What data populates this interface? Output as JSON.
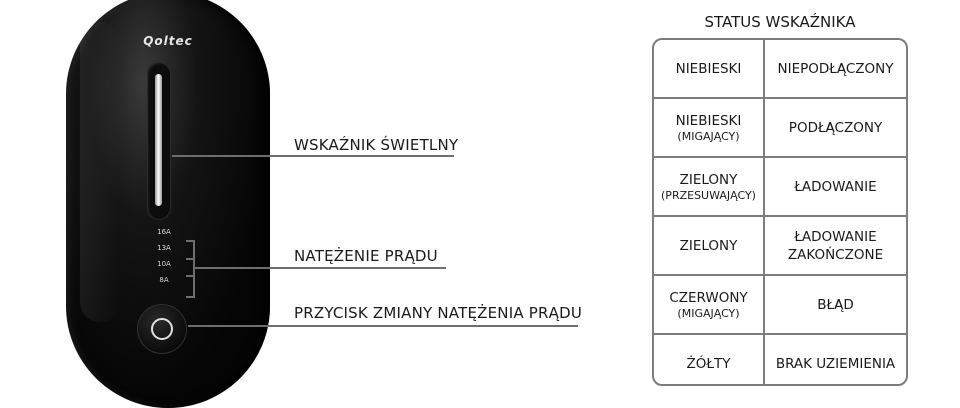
{
  "device": {
    "logo": "Qoltec",
    "amps": [
      "16A",
      "13A",
      "10A",
      "8A"
    ]
  },
  "callouts": [
    {
      "label": "WSKAŹNIK ŚWIETLNY"
    },
    {
      "label": "NATĘŻENIE PRĄDU"
    },
    {
      "label": "PRZYCISK ZMIANY NATĘŻENIA PRĄDU"
    }
  ],
  "legend": {
    "title": "STATUS WSKAŹNIKA",
    "rows": [
      {
        "color": "NIEBIESKI",
        "note": "",
        "state": [
          "NIEPODŁĄCZONY"
        ]
      },
      {
        "color": "NIEBIESKI",
        "note": "(MIGAJĄCY)",
        "state": [
          "PODŁĄCZONY"
        ]
      },
      {
        "color": "ZIELONY",
        "note": "(PRZESUWAJĄCY)",
        "state": [
          "ŁADOWANIE"
        ]
      },
      {
        "color": "ZIELONY",
        "note": "",
        "state": [
          "ŁADOWANIE",
          "ZAKOŃCZONE"
        ]
      },
      {
        "color": "CZERWONY",
        "note": "(MIGAJĄCY)",
        "state": [
          "BŁĄD"
        ]
      },
      {
        "color": "ŻÓŁTY",
        "note": "",
        "state": [
          "BRAK UZIEMIENIA"
        ]
      }
    ]
  },
  "colors": {
    "device_body": "#0a0a0a",
    "led": "#ffffff",
    "line": "#6e6e6e",
    "table_border": "#7d7d7d",
    "text": "#1a1a1a"
  }
}
